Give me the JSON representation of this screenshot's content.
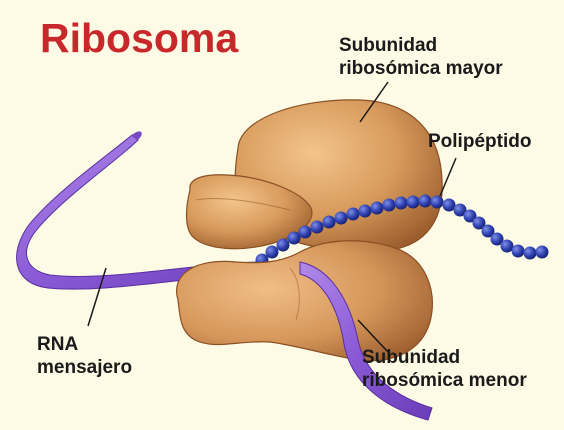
{
  "title": "Ribosoma",
  "labels": {
    "large_subunit": [
      "Subunidad",
      "ribosómica mayor"
    ],
    "polypeptide": "Polipéptido",
    "mrna": [
      "RNA",
      "mensajero"
    ],
    "small_subunit": [
      "Subunidad",
      "ribosómica menor"
    ]
  },
  "colors": {
    "background": "#fdfbe6",
    "title": "#c8282a",
    "ribosome": "#d89a5e",
    "mrna": "#8a5ad6",
    "polypeptide": "#2d3fae"
  }
}
